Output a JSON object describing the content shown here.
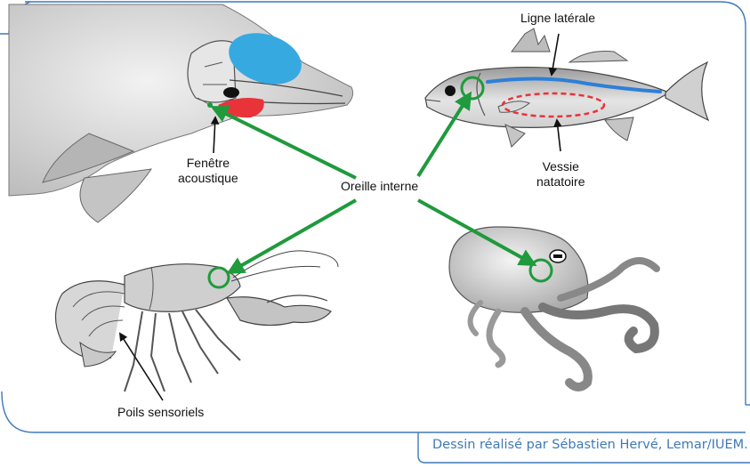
{
  "labels": {
    "lateral_line": "Ligne latérale",
    "acoustic_window_line1": "Fenêtre",
    "acoustic_window_line2": "acoustique",
    "inner_ear": "Oreille interne",
    "swim_bladder_line1": "Vessie",
    "swim_bladder_line2": "natatoire",
    "sensory_hairs": "Poils sensoriels"
  },
  "credit": "Dessin réalisé par Sébastien Hervé, Lemar/IUEM.",
  "colors": {
    "frame": "#3e79b8",
    "arrow_green": "#1f9a3c",
    "lateral_line_blue": "#2e7fd6",
    "melon_blue": "#36a9e1",
    "jaw_fat_red": "#e8333a",
    "swim_bladder_red": "#e8333a",
    "credit_text": "#3e79b8"
  }
}
